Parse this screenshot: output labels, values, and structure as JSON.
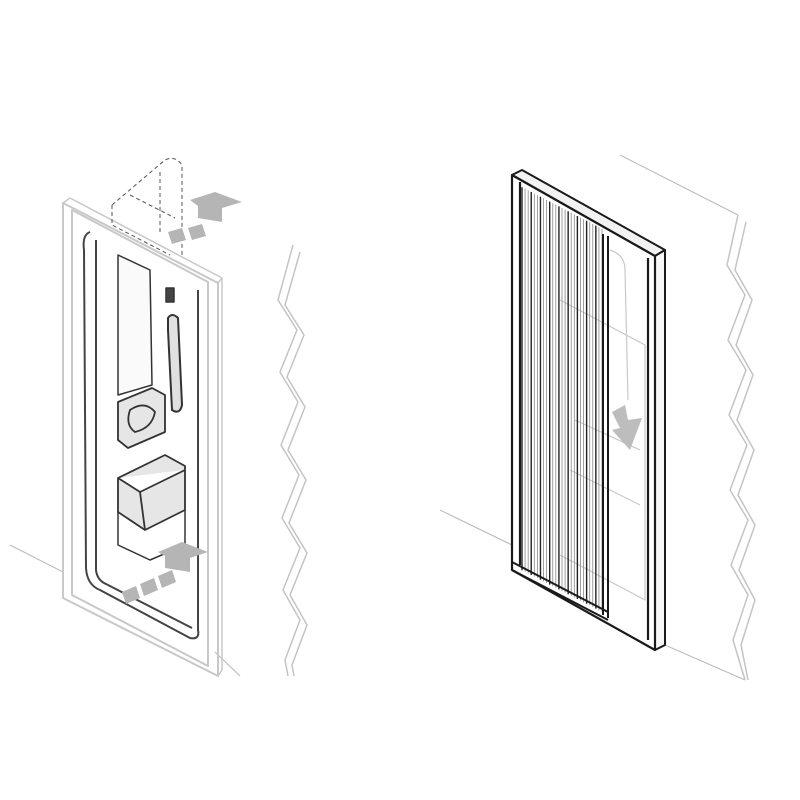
{
  "figures": [
    {
      "id": "left",
      "subject": "door-frame-with-fitted-panel",
      "arrows": 2
    },
    {
      "id": "right",
      "subject": "frame-with-pleated-screen",
      "arrows": 1
    }
  ],
  "colors": {
    "background": "#ffffff",
    "line": "#333333",
    "light_line": "#bdbdbd",
    "arrow": "#b5b5b5",
    "dark_frame": "#1a1a1a"
  }
}
